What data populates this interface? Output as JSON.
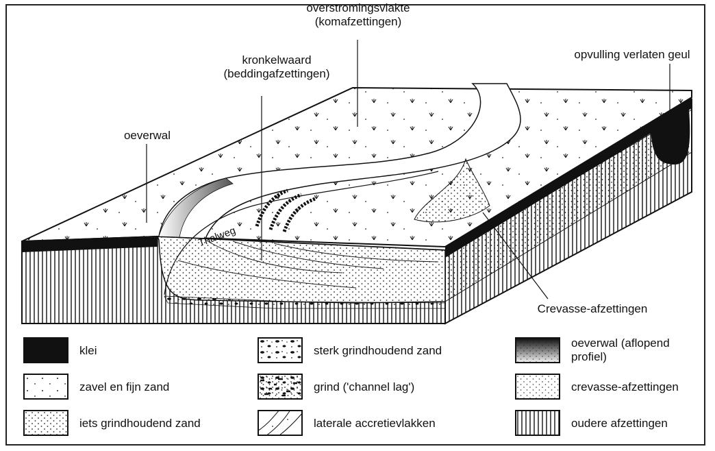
{
  "labels": {
    "overstromingsvlakte": "overstromingsvlakte",
    "komafzettingen": "(komafzettingen)",
    "kronkelwaard": "kronkelwaard",
    "beddingafzettingen": "(beddingafzettingen)",
    "opvulling": "opvulling verlaten geul",
    "oeverwal": "oeverwal",
    "thalweg": "Thalweg",
    "crevasse": "Crevasse-afzettingen"
  },
  "legend": [
    {
      "pattern": "black",
      "text": "klei"
    },
    {
      "pattern": "sparse-dots",
      "text": "zavel en fijn zand"
    },
    {
      "pattern": "dense-dots",
      "text": "iets grindhoudend zand"
    },
    {
      "pattern": "pebbles",
      "text": "sterk grindhoudend zand"
    },
    {
      "pattern": "gravel",
      "text": "grind ('channel lag')"
    },
    {
      "pattern": "curved-lines",
      "text": "laterale accretievlakken"
    },
    {
      "pattern": "gradient",
      "text": "oeverwal (aflopend",
      "text2": "profiel)"
    },
    {
      "pattern": "fine-dots",
      "text": "crevasse-afzettingen"
    },
    {
      "pattern": "vertical-lines",
      "text": "oudere afzettingen"
    }
  ]
}
